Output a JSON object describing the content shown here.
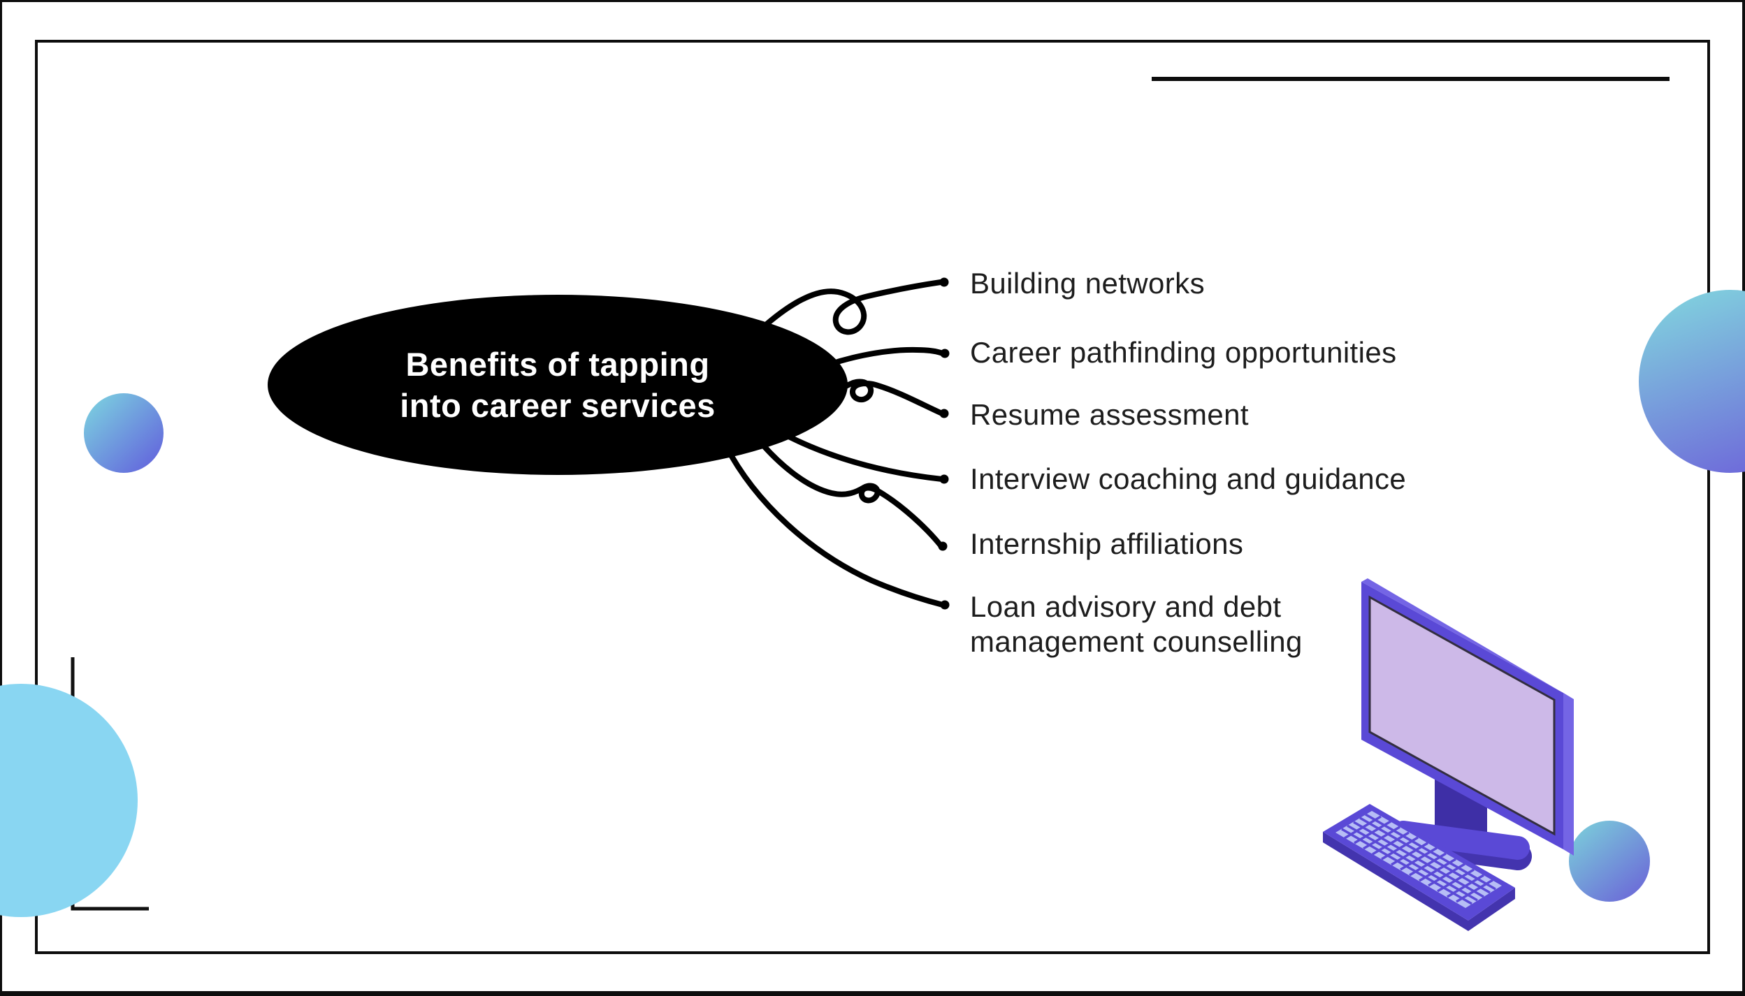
{
  "diagram": {
    "title": "Benefits of tapping into career services",
    "title_lines": [
      "Benefits of tapping",
      "into career services"
    ],
    "branches": [
      {
        "label": "Building networks"
      },
      {
        "label": "Career pathfinding opportunities"
      },
      {
        "label": "Resume assessment"
      },
      {
        "label": "Interview coaching and guidance"
      },
      {
        "label": "Internship affiliations"
      },
      {
        "label": "Loan advisory and debt management counselling"
      }
    ]
  },
  "colors": {
    "node_fill": "#000000",
    "node_text": "#ffffff",
    "branch_line": "#000000",
    "label_text": "#1d1d1d",
    "frame": "#0d0d0d",
    "sky_circle": "#89d6f2",
    "gradient_teal": "#7dd8e0",
    "gradient_purple": "#615bdc",
    "monitor_purple": "#5a49d6",
    "monitor_purple_light": "#7465e5",
    "monitor_purple_dark": "#4334ae",
    "screen_lilac": "#cdb9e8",
    "keys_lilac": "#b7bef5"
  }
}
